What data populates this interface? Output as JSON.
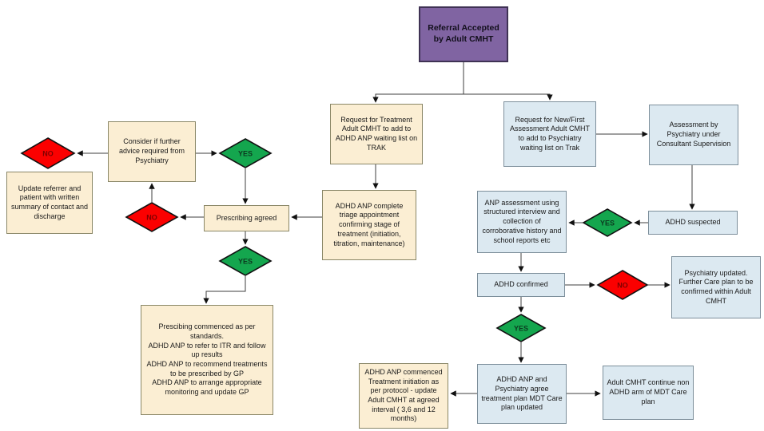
{
  "diagram": {
    "description": "ADHD adult referral and treatment pathway flowchart",
    "colors": {
      "purple_fill": "#8064A2",
      "cream_fill": "#FBEED3",
      "blue_fill": "#DCE9F1",
      "yes_fill": "#14A64E",
      "no_fill": "#FB0000",
      "line": "#3F3F3F"
    },
    "nodes": {
      "referral": {
        "label": "Referral Accepted by Adult CMHT"
      },
      "request_treatment": {
        "label": "Request for Treatment Adult CMHT to add to ADHD ANP waiting list on TRAK"
      },
      "request_assessment": {
        "label": "Request for New/First Assessment  Adult CMHT to add to Psychiatry waiting list on Trak"
      },
      "assessment_psychiatry": {
        "label": "Assessment by Psychiatry under Consultant Supervision"
      },
      "triage": {
        "label": "ADHD ANP complete triage appointment confirming stage of treatment (initiation, titration, maintenance)"
      },
      "anp_assessment": {
        "label": "ANP assessment using structured interview and collection of corroborative history and school reports etc"
      },
      "adhd_suspected": {
        "label": "ADHD suspected"
      },
      "adhd_confirmed": {
        "label": "ADHD confirmed"
      },
      "psychiatry_updated": {
        "label": "Psychiatry updated.  Further Care plan to be confirmed within Adult CMHT"
      },
      "agree_plan": {
        "label": "ADHD ANP and Psychiatry agree treatment plan MDT Care plan updated"
      },
      "commenced": {
        "label": "ADHD ANP commenced Treatment initiation as per protocol - update Adult CMHT at agreed interval ( 3,6 and 12 months)"
      },
      "cmht_continue": {
        "label": "Adult CMHT continue non ADHD arm of MDT Care plan"
      },
      "consider_advice": {
        "label": "Consider if further advice required from Psychiatry"
      },
      "update_referrer": {
        "label": "Update referrer and patient with written summary of contact and discharge"
      },
      "prescribing_agreed": {
        "label": "Prescribing agreed"
      },
      "standards": {
        "label": "Prescibing commenced  as per standards.\nADHD ANP to refer to ITR and follow up results\nADHD ANP to recommend treatments to be prescribed by GP\nADHD ANP to arrange  appropriate monitoring and update GP"
      }
    },
    "decisions": {
      "yes_advice": {
        "label": "YES"
      },
      "no_advice": {
        "label": "NO"
      },
      "no_prescribing": {
        "label": "NO"
      },
      "yes_prescribing": {
        "label": "YES"
      },
      "yes_suspected": {
        "label": "YES"
      },
      "no_confirmed": {
        "label": "NO"
      },
      "yes_confirmed": {
        "label": "YES"
      }
    }
  }
}
